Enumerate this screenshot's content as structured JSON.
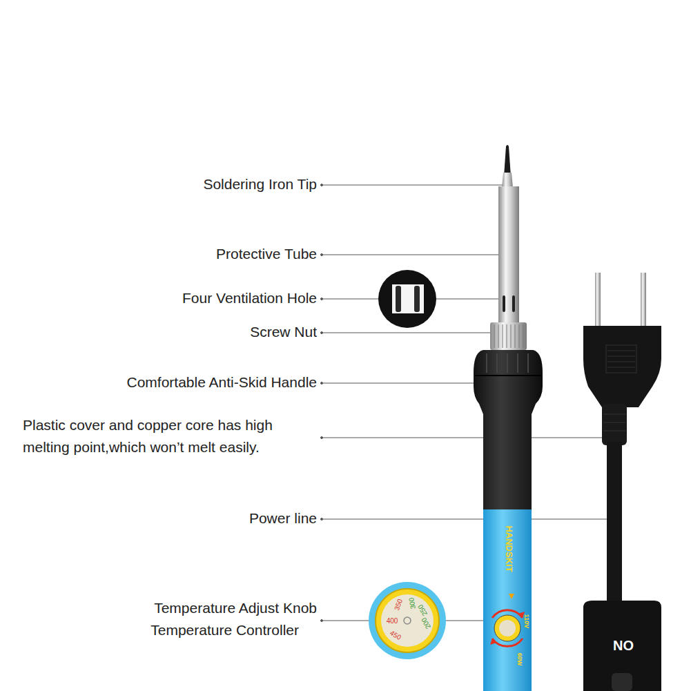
{
  "diagram": {
    "labels": [
      "Soldering Iron Tip",
      "Protective Tube",
      "Four Ventilation Hole",
      "Screw Nut",
      "Comfortable Anti-Skid Handle",
      "Plastic cover and copper core has high melting point,which won’t melt easily.",
      "Power line",
      "Temperature Adjust Knob",
      "Temperature Controller",
      "HANDSKIT",
      "110V",
      "60W",
      "350",
      "300",
      "250",
      "200",
      "400",
      "450",
      "NO"
    ]
  }
}
